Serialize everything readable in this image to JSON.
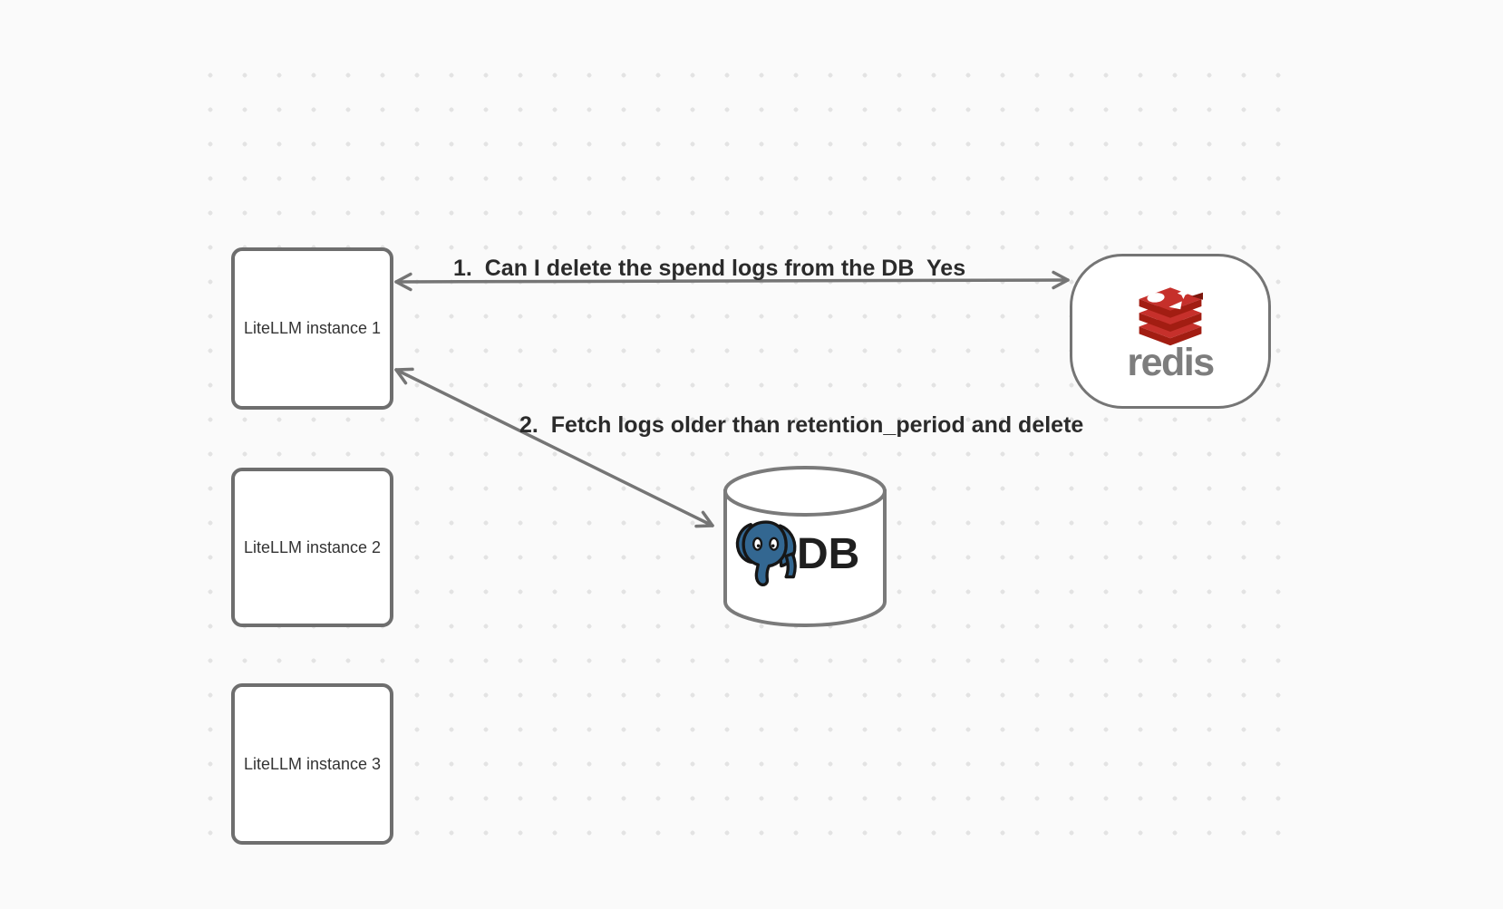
{
  "canvas": {
    "background": "#fafafa",
    "dot_color": "#e3e3e3"
  },
  "nodes": {
    "instance1": {
      "label": "LiteLLM instance 1"
    },
    "instance2": {
      "label": "LiteLLM instance 2"
    },
    "instance3": {
      "label": "LiteLLM instance 3"
    },
    "redis": {
      "wordmark": "redis"
    },
    "db": {
      "label": "DB"
    }
  },
  "edges": [
    {
      "from": "LiteLLM instance 1",
      "to": "redis",
      "label": "1.  Can I delete the spend logs from the DB",
      "response": "Yes",
      "arrowheads": "both"
    },
    {
      "from": "LiteLLM instance 1",
      "to": "DB",
      "label": "2.  Fetch logs older than retention_period and delete",
      "arrowheads": "both"
    }
  ],
  "colors": {
    "node_border": "#6e6e6e",
    "node_fill": "#ffffff",
    "arrow": "#757575",
    "label_text": "#2b2b2b",
    "redis_red": "#c6302b",
    "redis_dark_red": "#a21d12",
    "redis_notch_red": "#7c160d",
    "redis_wordmark_gray": "#7d7d7d",
    "postgres_blue": "#336791",
    "db_text": "#1f1f1f"
  }
}
